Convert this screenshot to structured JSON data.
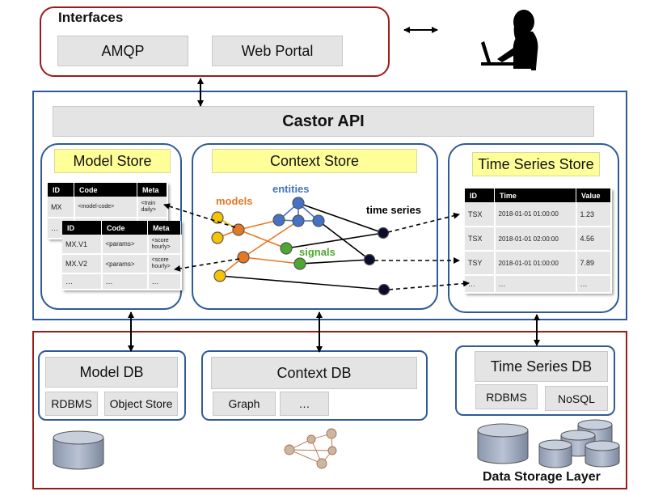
{
  "interfaces": {
    "title": "Interfaces",
    "amqp": "AMQP",
    "web_portal": "Web Portal"
  },
  "api": {
    "title": "Castor API"
  },
  "model_store": {
    "title": "Model Store",
    "table1": {
      "headers": [
        "ID",
        "Code",
        "Meta"
      ],
      "rows": [
        [
          "MX",
          "<model-code>",
          "<train daily>"
        ],
        [
          "…",
          "",
          ""
        ]
      ]
    },
    "table2": {
      "headers": [
        "ID",
        "Code",
        "Meta"
      ],
      "rows": [
        [
          "MX.V1",
          "<params>",
          "<score hourly>"
        ],
        [
          "MX.V2",
          "<params>",
          "<score hourly>"
        ],
        [
          "…",
          "…",
          "…"
        ]
      ]
    }
  },
  "context_store": {
    "title": "Context Store",
    "labels": {
      "models": "models",
      "entities": "entities",
      "signals": "signals",
      "time_series": "time series"
    },
    "colors": {
      "models": "#e87722",
      "entities": "#4472c4",
      "signals": "#4ea72e",
      "time_series": "#000000"
    }
  },
  "ts_store": {
    "title": "Time Series Store",
    "headers": [
      "ID",
      "Time",
      "Value"
    ],
    "rows": [
      [
        "TSX",
        "2018-01-01 01:00:00",
        "1.23"
      ],
      [
        "TSX",
        "2018-01-01 02:00:00",
        "4.56"
      ],
      [
        "TSY",
        "2018-01-01 01:00:00",
        "7.89"
      ],
      [
        "…",
        "…",
        "…"
      ]
    ]
  },
  "storage": {
    "title": "Data Storage Layer",
    "model_db": {
      "title": "Model DB",
      "items": [
        "RDBMS",
        "Object Store"
      ]
    },
    "context_db": {
      "title": "Context DB",
      "items": [
        "Graph",
        "…"
      ]
    },
    "ts_db": {
      "title": "Time Series DB",
      "items": [
        "RDBMS",
        "NoSQL"
      ]
    }
  },
  "icons": [
    "user-at-laptop-icon",
    "database-cylinder-icon",
    "graph-network-icon"
  ]
}
